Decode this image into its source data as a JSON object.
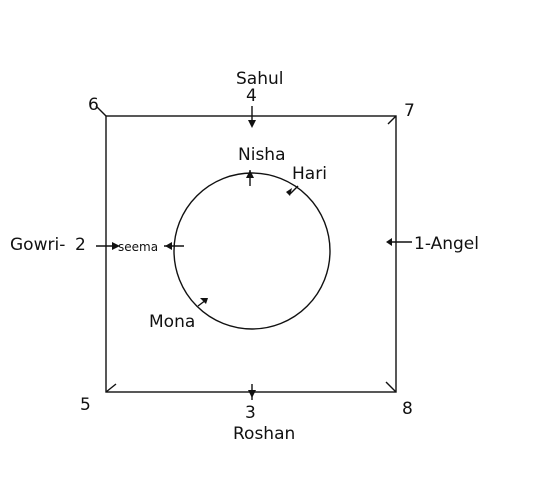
{
  "diagram": {
    "persons": {
      "sahul": "Sahul",
      "nisha": "Nisha",
      "hari": "Hari",
      "gowri": "Gowri-",
      "seema": "seema",
      "angel": "1-Angel",
      "mona": "Mona",
      "roshan": "Roshan"
    },
    "numbers": {
      "n4": "4",
      "n6": "6",
      "n7": "7",
      "n2": "2",
      "n5": "5",
      "n3": "3",
      "n8": "8"
    }
  }
}
